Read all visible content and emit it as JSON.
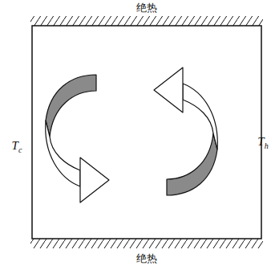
{
  "diagram": {
    "labels": [
      "绝热",
      "Tc",
      "Th",
      "绝热"
    ]
  }
}
